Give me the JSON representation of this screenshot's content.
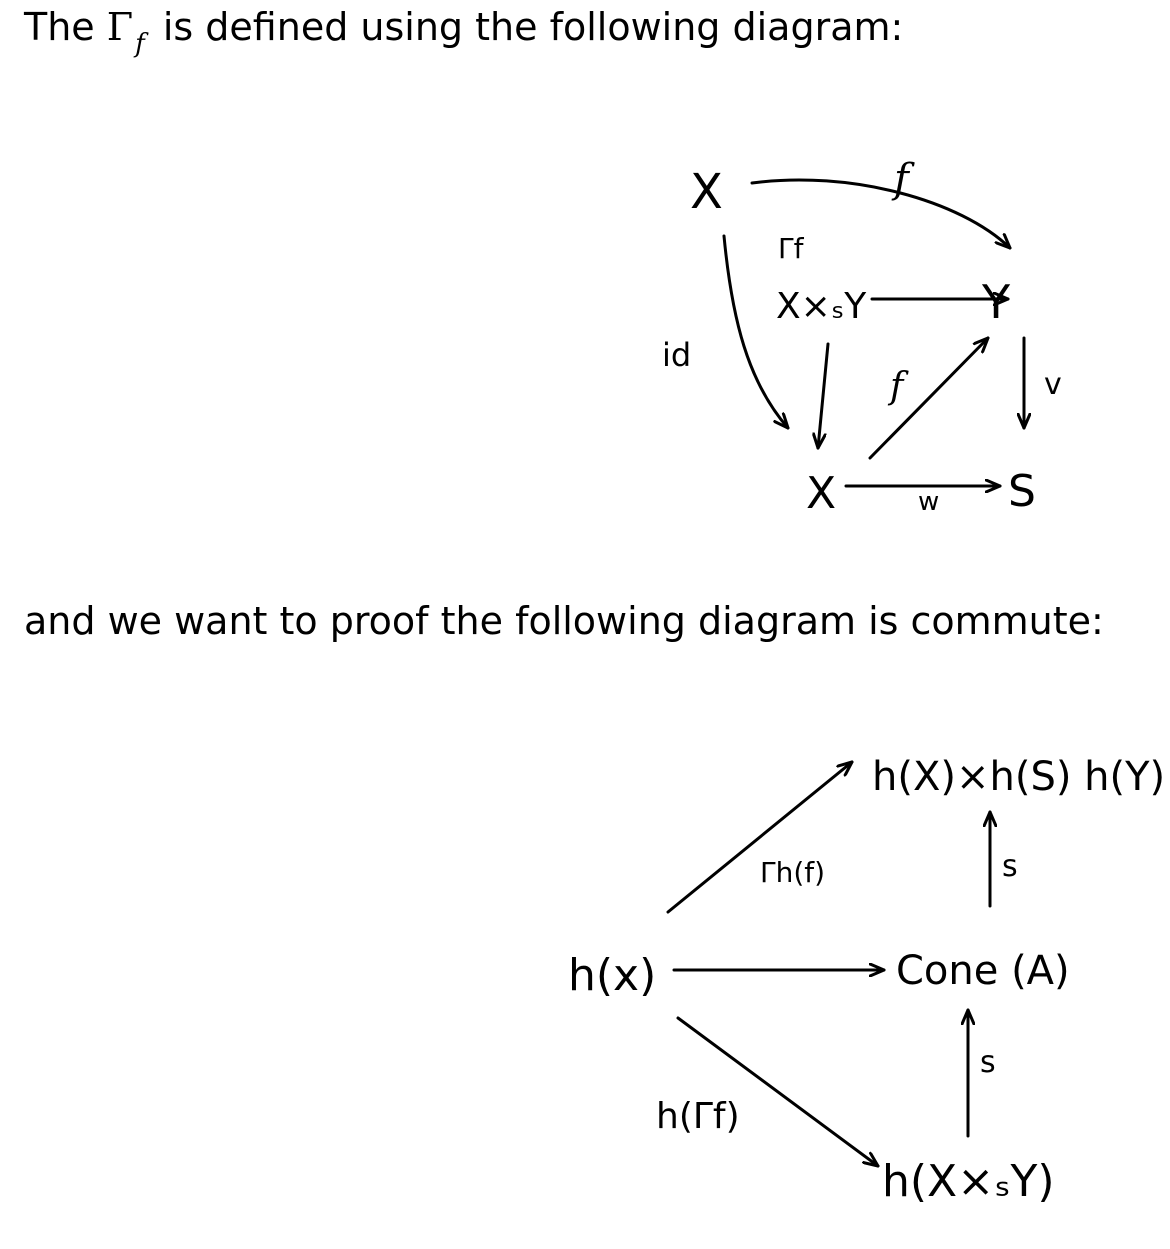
{
  "intro": {
    "before": "The",
    "gamma": "Γ",
    "gamma_sub": "f",
    "after": "is defined using the following diagram:"
  },
  "middle_text": "and we want to proof the following diagram is commute:",
  "diagram1": {
    "nodes": {
      "x_top": "X",
      "y_right": "Y",
      "fiber_product": "X×ₛY",
      "x_bottom": "X",
      "s": "S"
    },
    "labels": {
      "f_top": "f",
      "gamma_f": "Γf",
      "id": "id",
      "f_diag": "f",
      "v": "v",
      "w": "w"
    }
  },
  "diagram2": {
    "nodes": {
      "hx": "h(x)",
      "top_product": "h(X)×h(S) h(Y)",
      "cone": "Cone (A)",
      "bottom": "h(X×ₛY)"
    },
    "labels": {
      "gamma_hf": "Γh(f)",
      "s_top": "s",
      "s_bottom": "s",
      "h_gamma_f": "h(Γf)"
    }
  }
}
